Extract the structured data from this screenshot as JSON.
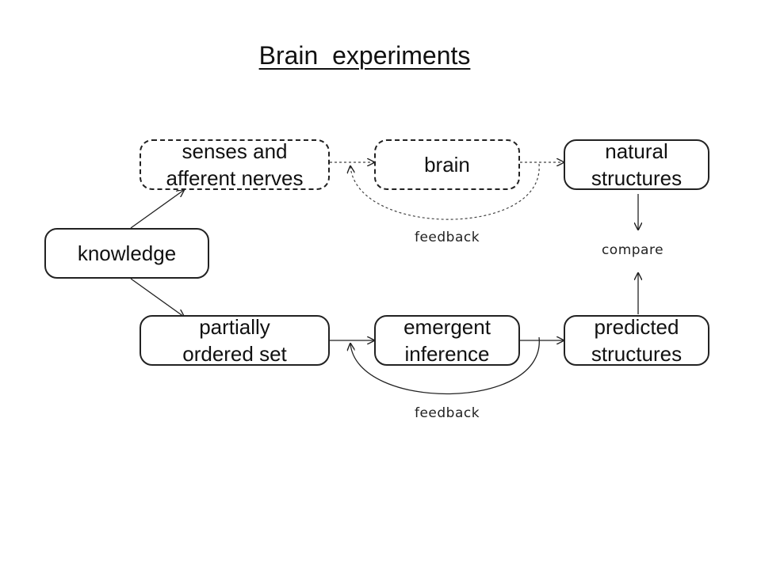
{
  "title": "Brain  experiments",
  "nodes": {
    "knowledge": "knowledge",
    "senses": "senses and\nafferent nerves",
    "brain": "brain",
    "natural": "natural\nstructures",
    "poset": "partially\nordered set",
    "emergent": "emergent\ninference",
    "predicted": "predicted\nstructures"
  },
  "labels": {
    "feedback_top": "feedback",
    "feedback_bottom": "feedback",
    "compare": "compare"
  }
}
